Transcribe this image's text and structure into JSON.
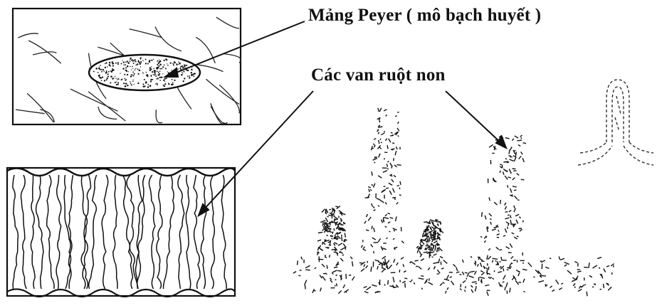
{
  "labels": {
    "peyer_patch": "Mảng Peyer ( mô bạch huyết )",
    "intestinal_valves": "Các van ruột non"
  },
  "colors": {
    "ink": "#111111",
    "background": "#ffffff"
  },
  "figures": [
    {
      "name": "intestine-segment-with-peyer-patch"
    },
    {
      "name": "intestine-segment-with-folds"
    },
    {
      "name": "villi-enlarged"
    },
    {
      "name": "single-villus-outline"
    }
  ]
}
